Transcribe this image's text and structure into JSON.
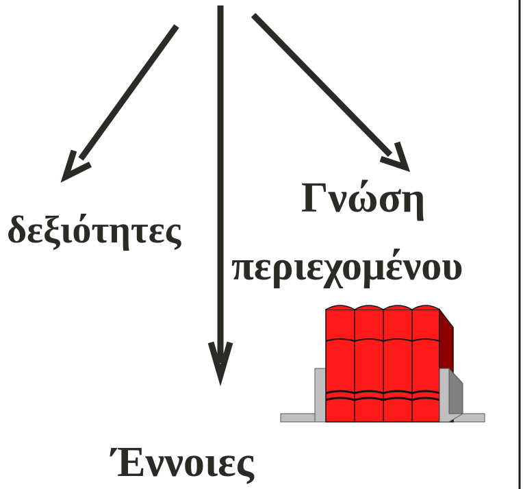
{
  "labels": {
    "skills": "δεξιότητες",
    "content_knowledge_line1": "Γνώση",
    "content_knowledge_line2": "περιεχομένου",
    "concepts": "Έννοιες"
  },
  "colors": {
    "arrow": "#2b2a24",
    "text": "#2b2a24",
    "books_red": "#ff1a1a",
    "books_dark_red": "#8b0000",
    "bookend_gray": "#c0c0c0",
    "divider": "#1a1a1a"
  },
  "icons": {
    "books": "books-on-shelf-icon"
  }
}
